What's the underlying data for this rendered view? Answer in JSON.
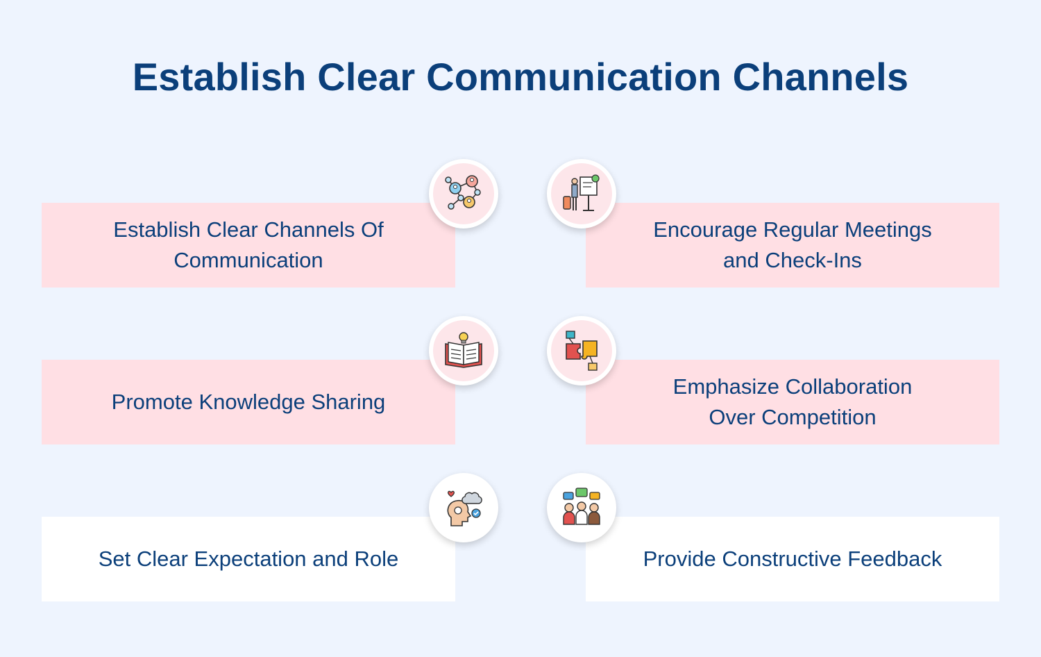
{
  "title": "Establish Clear Communication Channels",
  "items": [
    {
      "label": "Establish Clear Channels Of\nCommunication",
      "icon": "network-people-icon"
    },
    {
      "label": "Encourage Regular Meetings\nand Check-Ins",
      "icon": "meeting-presentation-icon"
    },
    {
      "label": "Promote Knowledge Sharing",
      "icon": "book-lightbulb-icon"
    },
    {
      "label": "Emphasize Collaboration\nOver Competition",
      "icon": "puzzle-hands-icon"
    },
    {
      "label": "Set Clear Expectation and Role",
      "icon": "head-thoughts-icon"
    },
    {
      "label": "Provide Constructive Feedback",
      "icon": "team-chat-icon"
    }
  ],
  "colors": {
    "background": "#eef4fe",
    "title": "#0b3f7a",
    "card_pink": "#ffdfe4",
    "card_white": "#ffffff"
  }
}
